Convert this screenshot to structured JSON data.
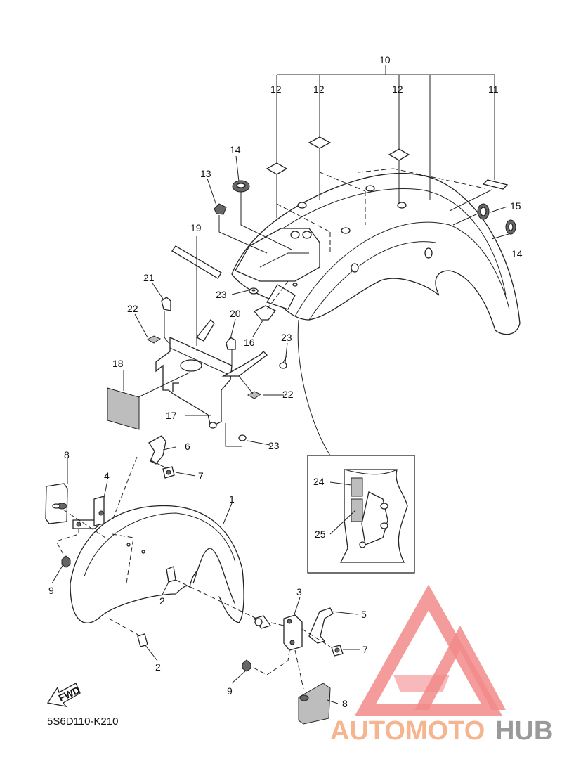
{
  "diagram": {
    "code": "5S6D110-K210",
    "fwd": "FWD"
  },
  "callouts": [
    {
      "id": "c10",
      "text": "10"
    },
    {
      "id": "c12a",
      "text": "12"
    },
    {
      "id": "c12b",
      "text": "12"
    },
    {
      "id": "c12c",
      "text": "12"
    },
    {
      "id": "c11",
      "text": "11"
    },
    {
      "id": "c14a",
      "text": "14"
    },
    {
      "id": "c13",
      "text": "13"
    },
    {
      "id": "c15",
      "text": "15"
    },
    {
      "id": "c14b",
      "text": "14"
    },
    {
      "id": "c19",
      "text": "19"
    },
    {
      "id": "c21",
      "text": "21"
    },
    {
      "id": "c23a",
      "text": "23"
    },
    {
      "id": "c22a",
      "text": "22"
    },
    {
      "id": "c20",
      "text": "20"
    },
    {
      "id": "c16",
      "text": "16"
    },
    {
      "id": "c23b",
      "text": "23"
    },
    {
      "id": "c18",
      "text": "18"
    },
    {
      "id": "c22b",
      "text": "22"
    },
    {
      "id": "c17",
      "text": "17"
    },
    {
      "id": "c23c",
      "text": "23"
    },
    {
      "id": "c6",
      "text": "6"
    },
    {
      "id": "c8a",
      "text": "8"
    },
    {
      "id": "c4",
      "text": "4"
    },
    {
      "id": "c7a",
      "text": "7"
    },
    {
      "id": "c1",
      "text": "1"
    },
    {
      "id": "c24",
      "text": "24"
    },
    {
      "id": "c25",
      "text": "25"
    },
    {
      "id": "c9a",
      "text": "9"
    },
    {
      "id": "c2a",
      "text": "2"
    },
    {
      "id": "c3",
      "text": "3"
    },
    {
      "id": "c5",
      "text": "5"
    },
    {
      "id": "c7b",
      "text": "7"
    },
    {
      "id": "c2b",
      "text": "2"
    },
    {
      "id": "c9b",
      "text": "9"
    },
    {
      "id": "c8b",
      "text": "8"
    }
  ],
  "watermark": {
    "part1": "AUTOMOTO",
    "part2": "HUB",
    "color1": "#f6b48f",
    "color2": "#9a9a9a",
    "logo_color": "#f28a8a"
  }
}
